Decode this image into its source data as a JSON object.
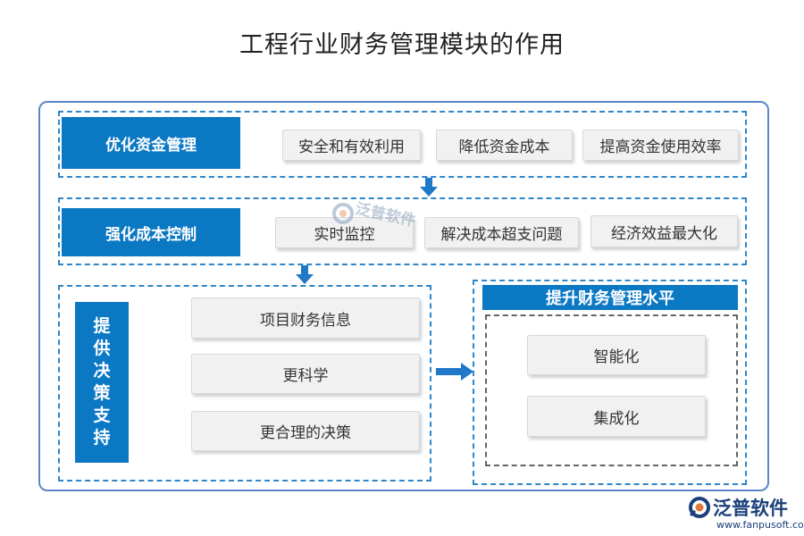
{
  "title": "工程行业财务管理模块的作用",
  "rows": [
    {
      "header": "优化资金管理",
      "items": [
        "安全和有效利用",
        "降低资金成本",
        "提高资金使用效率"
      ]
    },
    {
      "header": "强化成本控制",
      "items": [
        "实时监控",
        "解决成本超支问题",
        "经济效益最大化"
      ]
    }
  ],
  "decision": {
    "header_chars": [
      "提",
      "供",
      "决",
      "策",
      "支",
      "持"
    ],
    "items": [
      "项目财务信息",
      "更科学",
      "更合理的决策"
    ]
  },
  "outcome": {
    "header": "提升财务管理水平",
    "items": [
      "智能化",
      "集成化"
    ]
  },
  "logo": {
    "name": "泛普软件",
    "url": "www.fanpusoft.com"
  },
  "watermark": {
    "name": "泛普软件"
  },
  "colors": {
    "accent": "#0b78c4",
    "dash": "#2e86c9",
    "frame": "#5b86c9"
  },
  "icons": [
    "arrow-down-icon",
    "arrow-right-icon",
    "fanpu-logo-icon"
  ]
}
